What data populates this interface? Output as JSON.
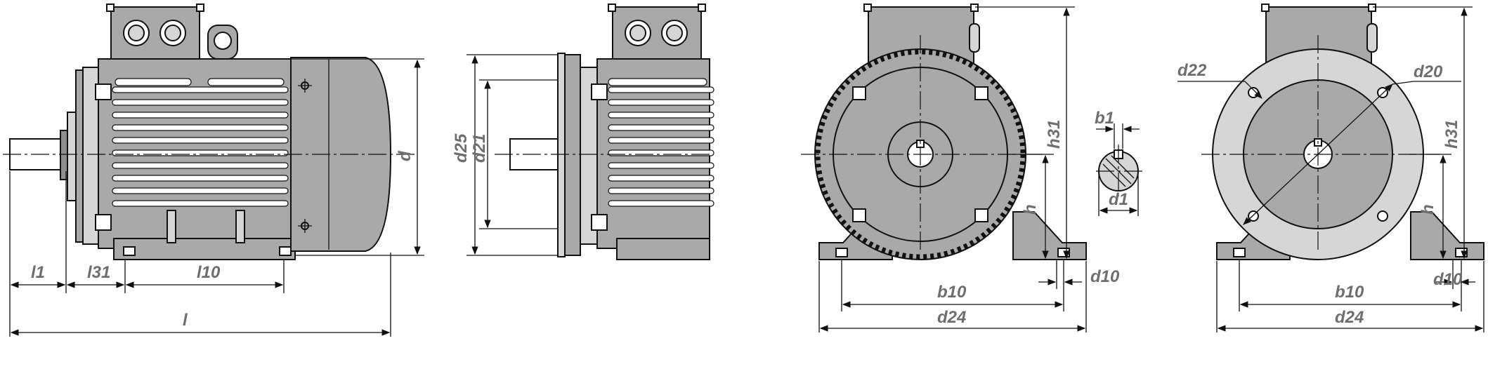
{
  "labels": {
    "l1": "l1",
    "l31": "l31",
    "l10": "l10",
    "l": "l",
    "d": "d",
    "d25": "d25",
    "d21": "d21",
    "h31": "h31",
    "h": "h",
    "b1": "b1",
    "d1": "d1",
    "b10": "b10",
    "d24": "d24",
    "d10": "d10",
    "d22": "d22",
    "d20": "d20"
  }
}
